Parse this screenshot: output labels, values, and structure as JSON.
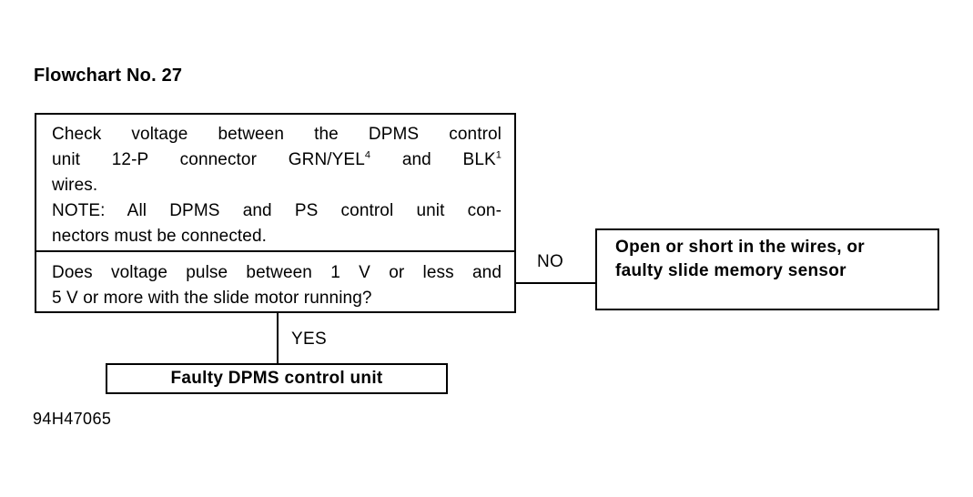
{
  "title": "Flowchart No. 27",
  "figure_id": "94H47065",
  "colors": {
    "ink": "#000000",
    "background": "#ffffff"
  },
  "main_box": {
    "instruction_lines": [
      "Check voltage between the DPMS control",
      "unit 12-P connector GRN/YEL",
      " and BLK",
      " wires.",
      "NOTE: All DPMS and PS control unit con-",
      "nectors must be connected."
    ],
    "instruction_line_1": "Check voltage between the DPMS control",
    "instruction_line_2_a": "unit 12-P connector GRN/YEL",
    "instruction_line_2_sup_a": "4",
    "instruction_line_2_b": " and BLK",
    "instruction_line_2_sup_b": "1",
    "instruction_line_3": "wires.",
    "instruction_line_4": "NOTE: All DPMS and PS control unit con-",
    "instruction_line_5": "nectors must be connected.",
    "question_line_1": "Does voltage pulse between 1 V or less and",
    "question_line_2": "5 V or more with the slide motor running?"
  },
  "branches": {
    "no_label": "NO",
    "yes_label": "YES"
  },
  "right_box": {
    "line_1": "Open or short in the wires, or",
    "line_2": "faulty slide memory sensor"
  },
  "bottom_box": {
    "label": "Faulty DPMS control unit"
  }
}
